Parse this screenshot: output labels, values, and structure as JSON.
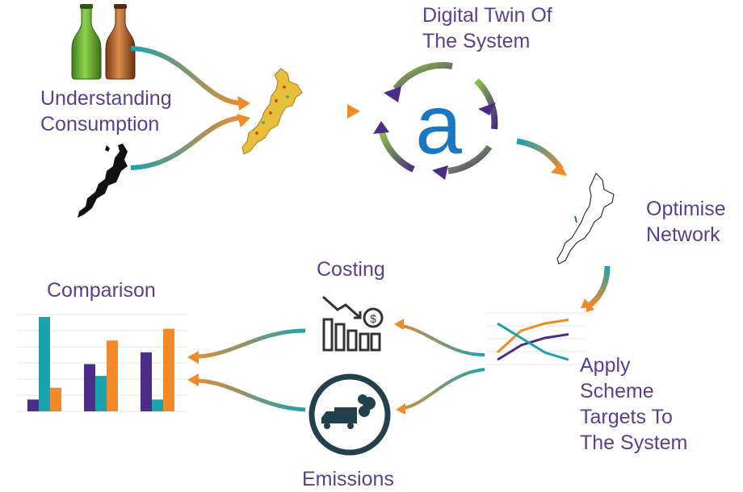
{
  "labels": {
    "understanding": [
      "Understanding",
      "Consumption"
    ],
    "digital_twin": [
      "Digital Twin Of",
      "The System"
    ],
    "optimise": [
      "Optimise",
      "Network"
    ],
    "costing": "Costing",
    "comparison": "Comparison",
    "apply": [
      "Apply",
      "Scheme",
      "Targets To",
      "The System"
    ],
    "emissions": "Emissions"
  },
  "colors": {
    "label_text": "#5b3f8c",
    "teal": "#1ba3ad",
    "orange": "#f28a2a",
    "purple": "#4b2c86",
    "green": "#8cc63f",
    "logo_blue": "#1a78c2",
    "dark": "#23414c"
  },
  "icons": [
    "green-bottle-icon",
    "brown-bottle-icon",
    "nz-map-icon",
    "alteryx-logo-icon",
    "declining-cost-icon",
    "emissions-truck-icon",
    "line-chart-icon",
    "bar-chart-icon"
  ],
  "chart_data": [
    {
      "type": "bar",
      "categories": [
        "",
        "",
        ""
      ],
      "series": [
        {
          "color": "#4b2c86",
          "values": [
            1,
            4,
            5
          ]
        },
        {
          "color": "#1ba3ad",
          "values": [
            8,
            3,
            1
          ]
        },
        {
          "color": "#f28a2a",
          "values": [
            2,
            6,
            7
          ]
        }
      ]
    },
    {
      "type": "line",
      "x": [
        0,
        1,
        2,
        3
      ],
      "series": [
        {
          "color": "#f28a2a",
          "values": [
            1,
            4,
            5,
            5.5
          ]
        },
        {
          "color": "#4b2c86",
          "values": [
            0,
            2,
            3,
            3.5
          ]
        },
        {
          "color": "#1ba3ad",
          "values": [
            5,
            3,
            1,
            0
          ]
        }
      ]
    }
  ]
}
